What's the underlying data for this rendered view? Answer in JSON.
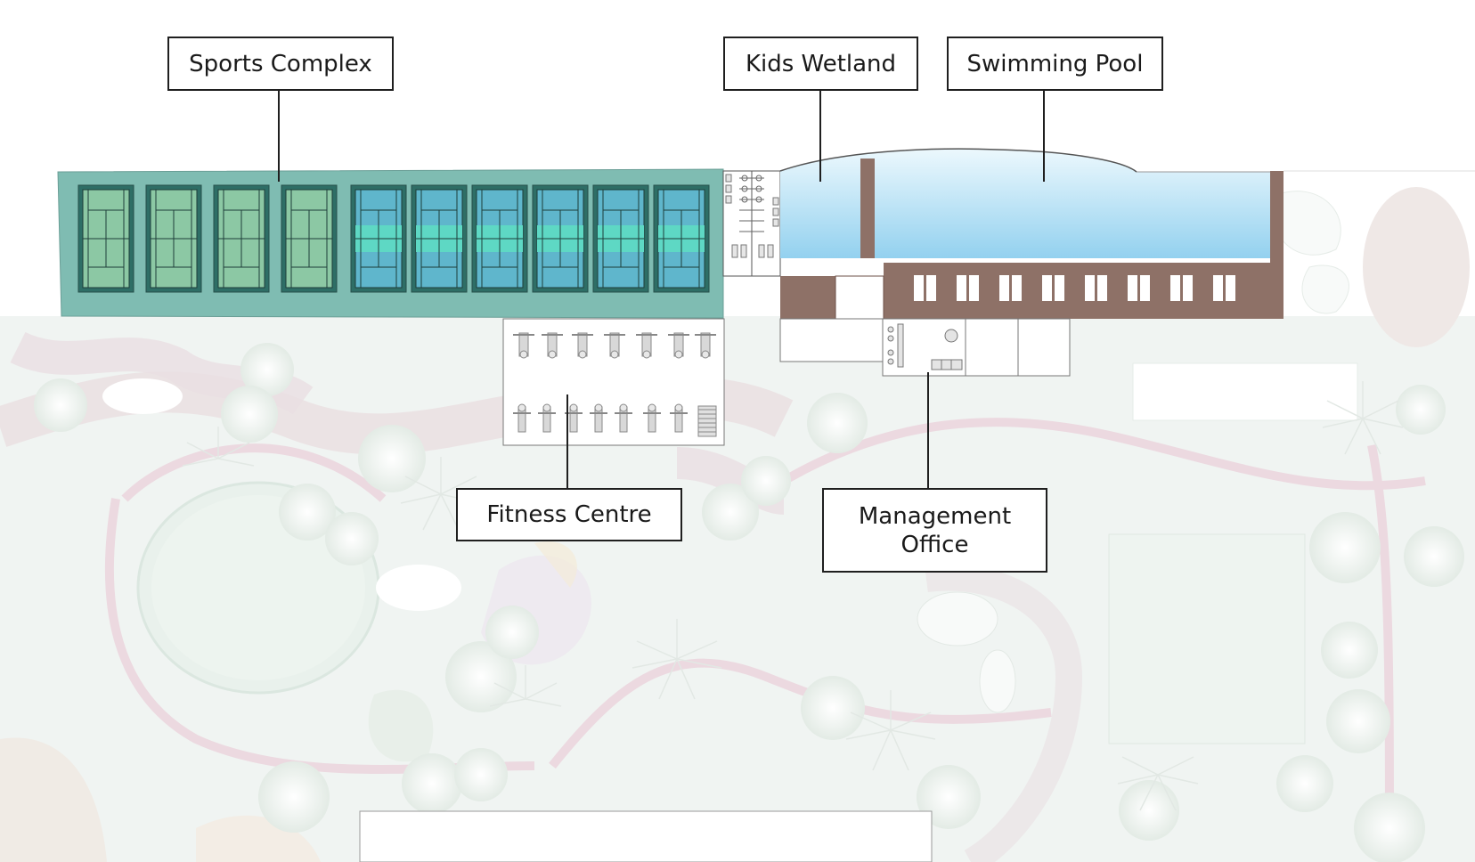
{
  "labels": {
    "sports_complex": "Sports Complex",
    "kids_wetland": "Kids Wetland",
    "swimming_pool": "Swimming Pool",
    "fitness_centre": "Fitness Centre",
    "management_office": "Management Office"
  },
  "colors": {
    "sports_platform": "#7fbcb2",
    "tennis_court": "#8cc8a4",
    "basketball_court": "#5fb6cc",
    "court_band": "#5ed8c4",
    "pool_water": "#b6e1f3",
    "pool_deck": "#8e7167",
    "park_path": "#eadfe2",
    "park_lawn": "#eef3f0"
  },
  "icons": {
    "tree": "tree-icon",
    "gym_equipment": "gym-equipment-icon",
    "changing_cabin": "cabin-icon"
  }
}
